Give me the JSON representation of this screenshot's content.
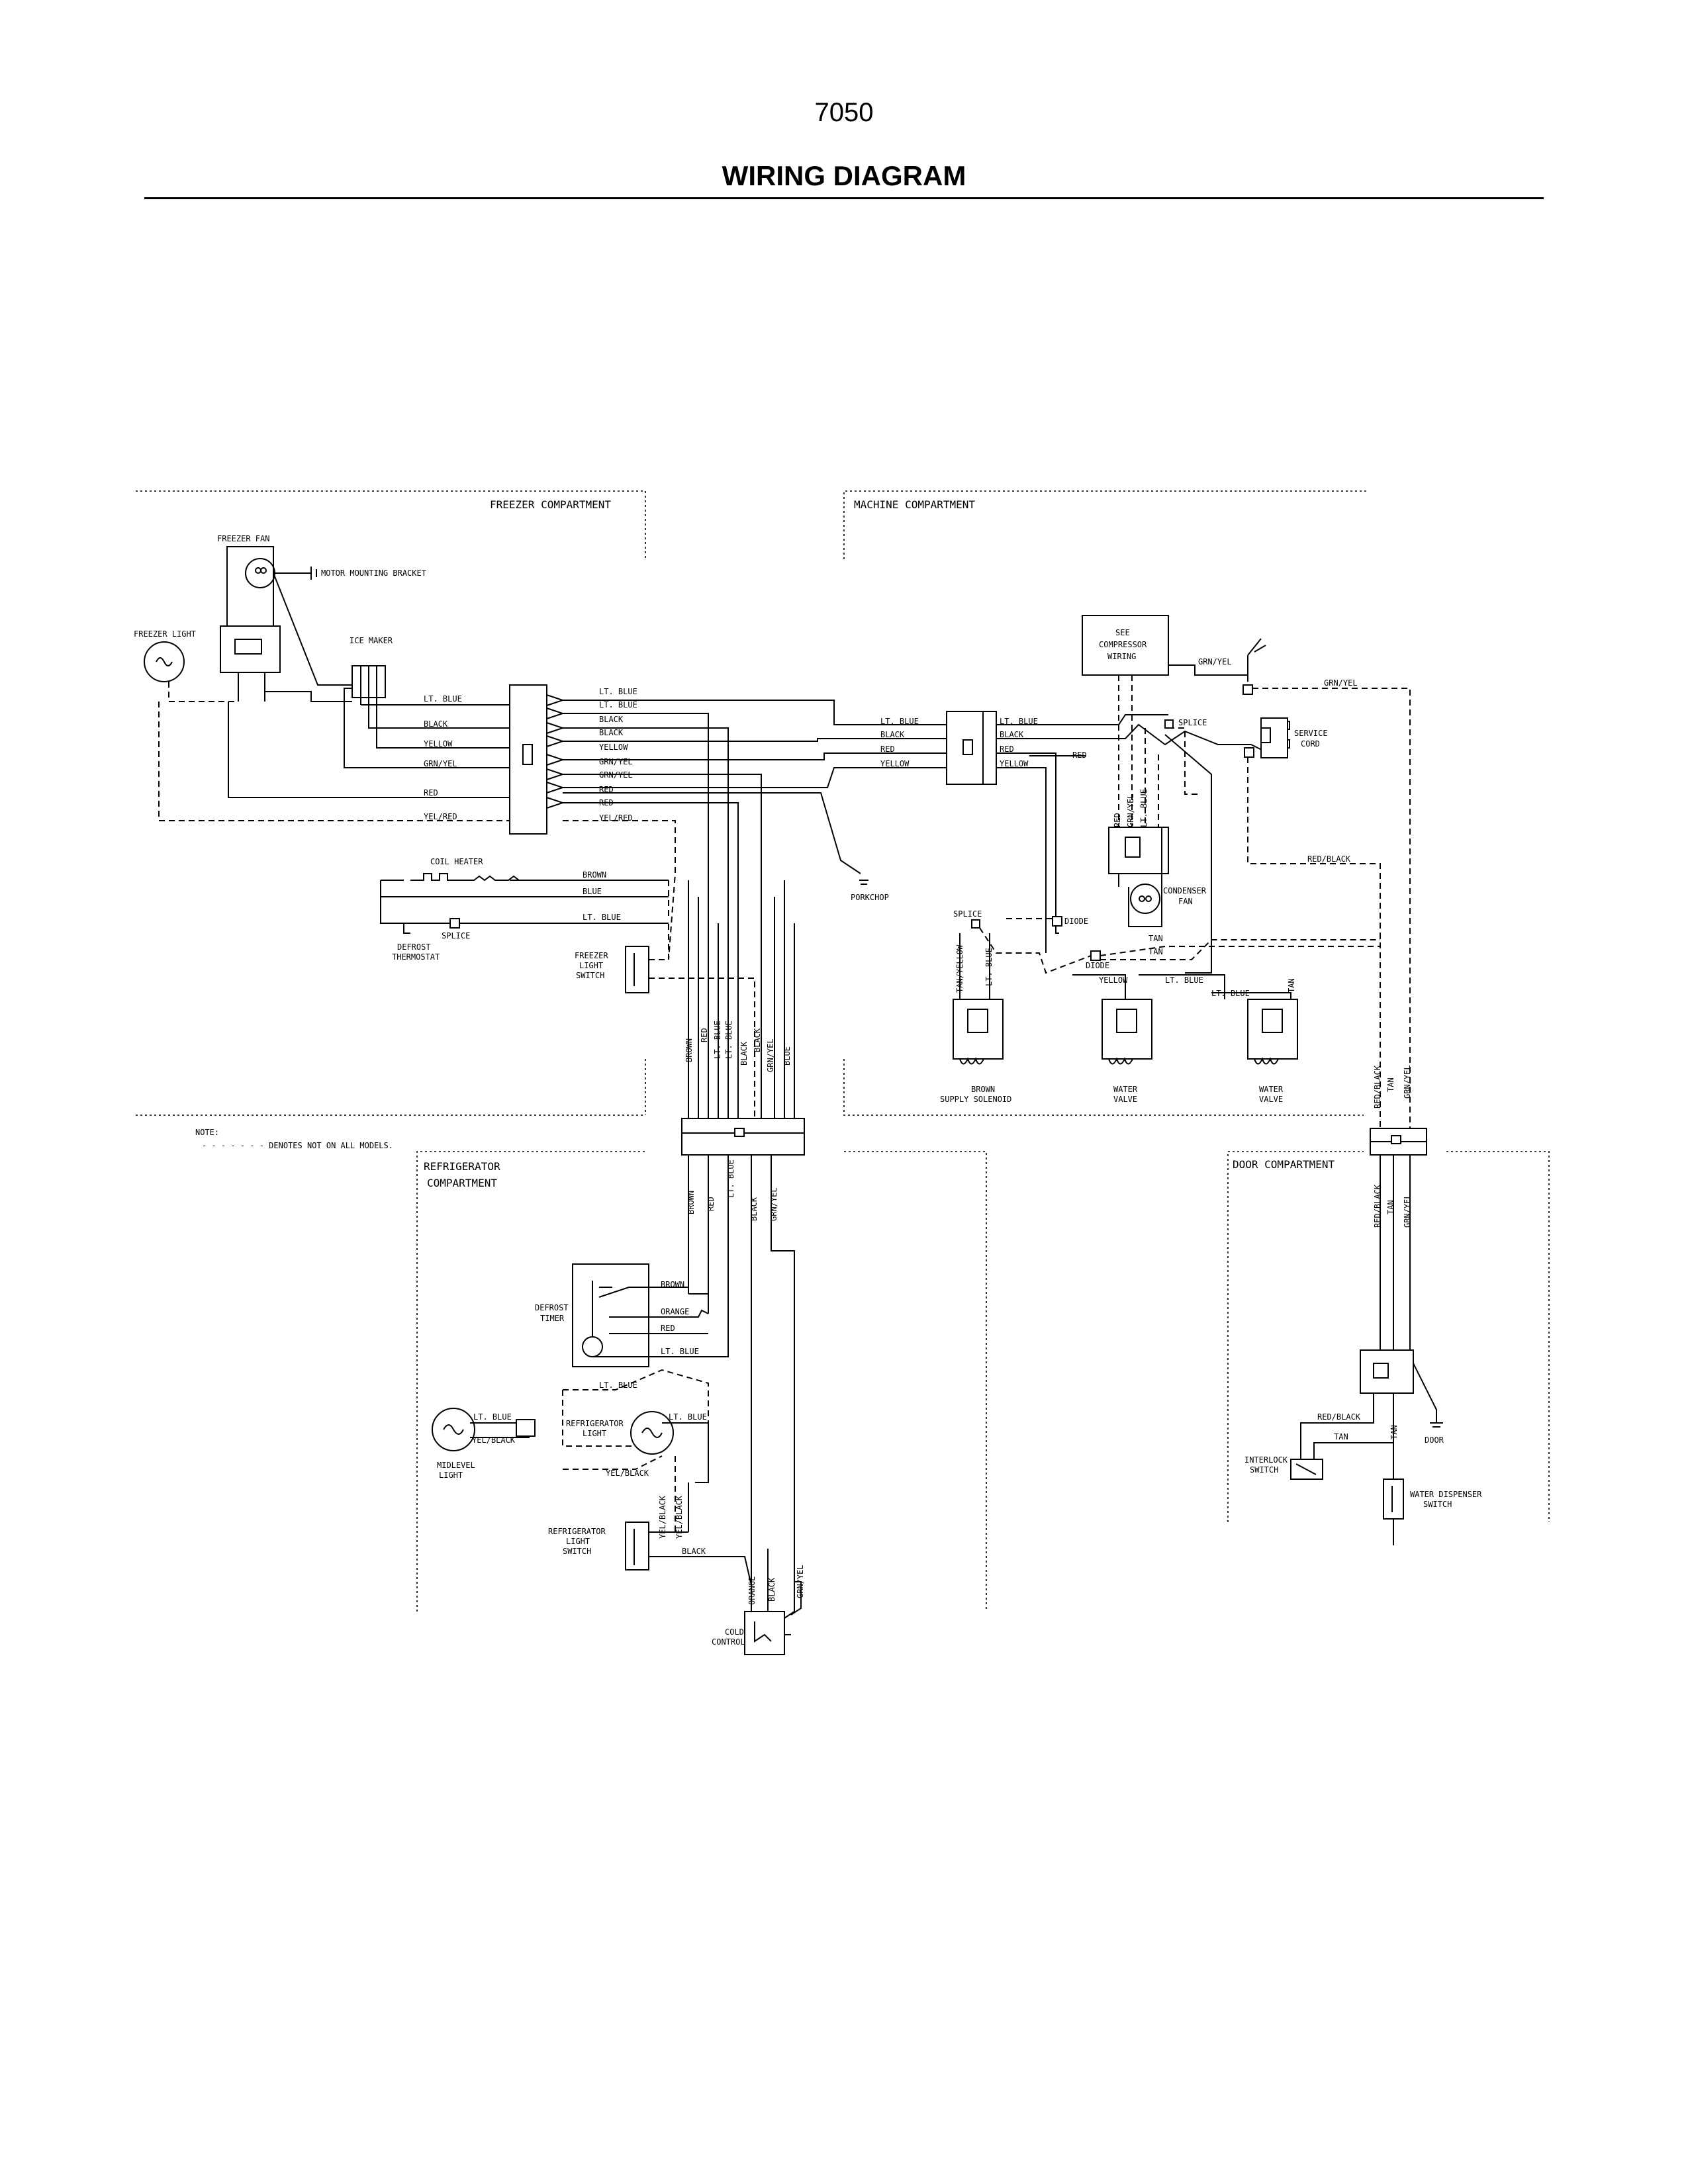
{
  "header": {
    "page_number": "7050",
    "title": "WIRING DIAGRAM"
  },
  "compartments": {
    "freezer": "FREEZER COMPARTMENT",
    "machine": "MACHINE COMPARTMENT",
    "refrigerator_1": "REFRIGERATOR",
    "refrigerator_2": "COMPARTMENT",
    "door": "DOOR COMPARTMENT"
  },
  "note": {
    "title": "NOTE:",
    "text": "- - - - - - - DENOTES NOT ON ALL MODELS."
  },
  "components": {
    "freezer_fan": "FREEZER FAN",
    "motor_bracket": "MOTOR MOUNTING BRACKET",
    "freezer_light": "FREEZER LIGHT",
    "ice_maker": "ICE MAKER",
    "coil_heater": "COIL HEATER",
    "defrost_thermostat_1": "DEFROST",
    "defrost_thermostat_2": "THERMOSTAT",
    "splice": "SPLICE",
    "freezer_light_switch_1": "FREEZER",
    "freezer_light_switch_2": "LIGHT",
    "freezer_light_switch_3": "SWITCH",
    "porkchop": "PORKCHOP",
    "see_compressor_1": "SEE",
    "see_compressor_2": "COMPRESSOR",
    "see_compressor_3": "WIRING",
    "service_cord_1": "SERVICE",
    "service_cord_2": "CORD",
    "condenser_fan_1": "CONDENSER",
    "condenser_fan_2": "FAN",
    "diode": "DIODE",
    "brown_supply_1": "BROWN",
    "brown_supply_2": "SUPPLY SOLENOID",
    "water_valve_1": "WATER",
    "water_valve_2": "VALVE",
    "defrost_timer_1": "DEFROST",
    "defrost_timer_2": "TIMER",
    "midlevel_light_1": "MIDLEVEL",
    "midlevel_light_2": "LIGHT",
    "refrigerator_light_1": "REFRIGERATOR",
    "refrigerator_light_2": "LIGHT",
    "refrigerator_light_switch_1": "REFRIGERATOR",
    "refrigerator_light_switch_2": "LIGHT",
    "refrigerator_light_switch_3": "SWITCH",
    "cold_control_1": "COLD",
    "cold_control_2": "CONTROL",
    "interlock_switch_1": "INTERLOCK",
    "interlock_switch_2": "SWITCH",
    "door": "DOOR",
    "water_dispenser_switch_1": "WATER DISPENSER",
    "water_dispenser_switch_2": "SWITCH"
  },
  "wires": {
    "lt_blue": "LT. BLUE",
    "black": "BLACK",
    "yellow": "YELLOW",
    "grn_yel": "GRN/YEL",
    "red": "RED",
    "yel_red": "YEL/RED",
    "brown": "BROWN",
    "blue": "BLUE",
    "orange": "ORANGE",
    "yel_black": "YEL/BLACK",
    "red_black": "RED/BLACK",
    "tan": "TAN",
    "tan_yellow": "TAN/YELLOW"
  }
}
